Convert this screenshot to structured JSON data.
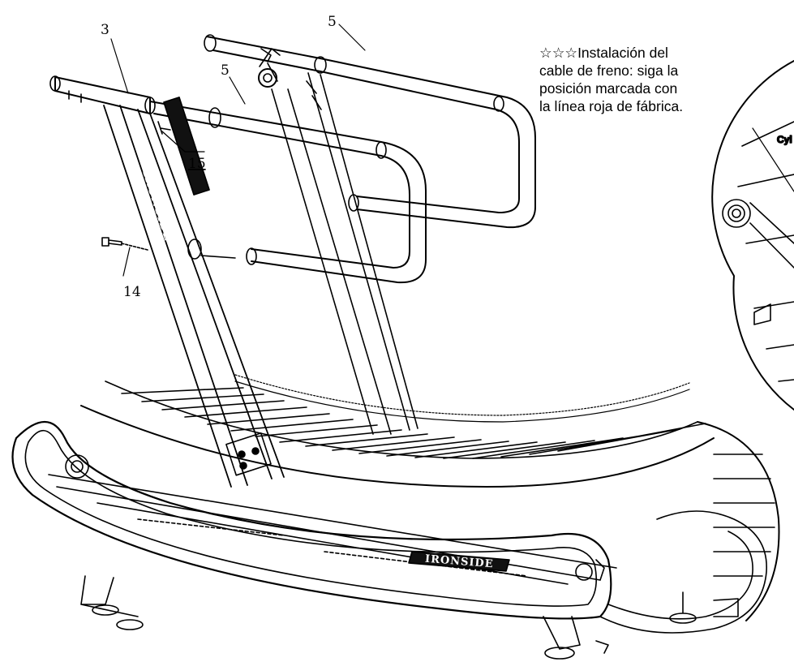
{
  "callouts": {
    "part_3": "3",
    "part_5_rear": "5",
    "part_5_front": "5",
    "part_15": "15",
    "part_14": "14"
  },
  "brand": {
    "upright_text": "IRONSIDE",
    "base_text": "IRONSIDE"
  },
  "note": {
    "text": "☆☆☆Instalación del\ncable de freno: siga la\nposición marcada con\nla línea roja de fábrica."
  },
  "detail_inset": {
    "label": "Cyl"
  }
}
